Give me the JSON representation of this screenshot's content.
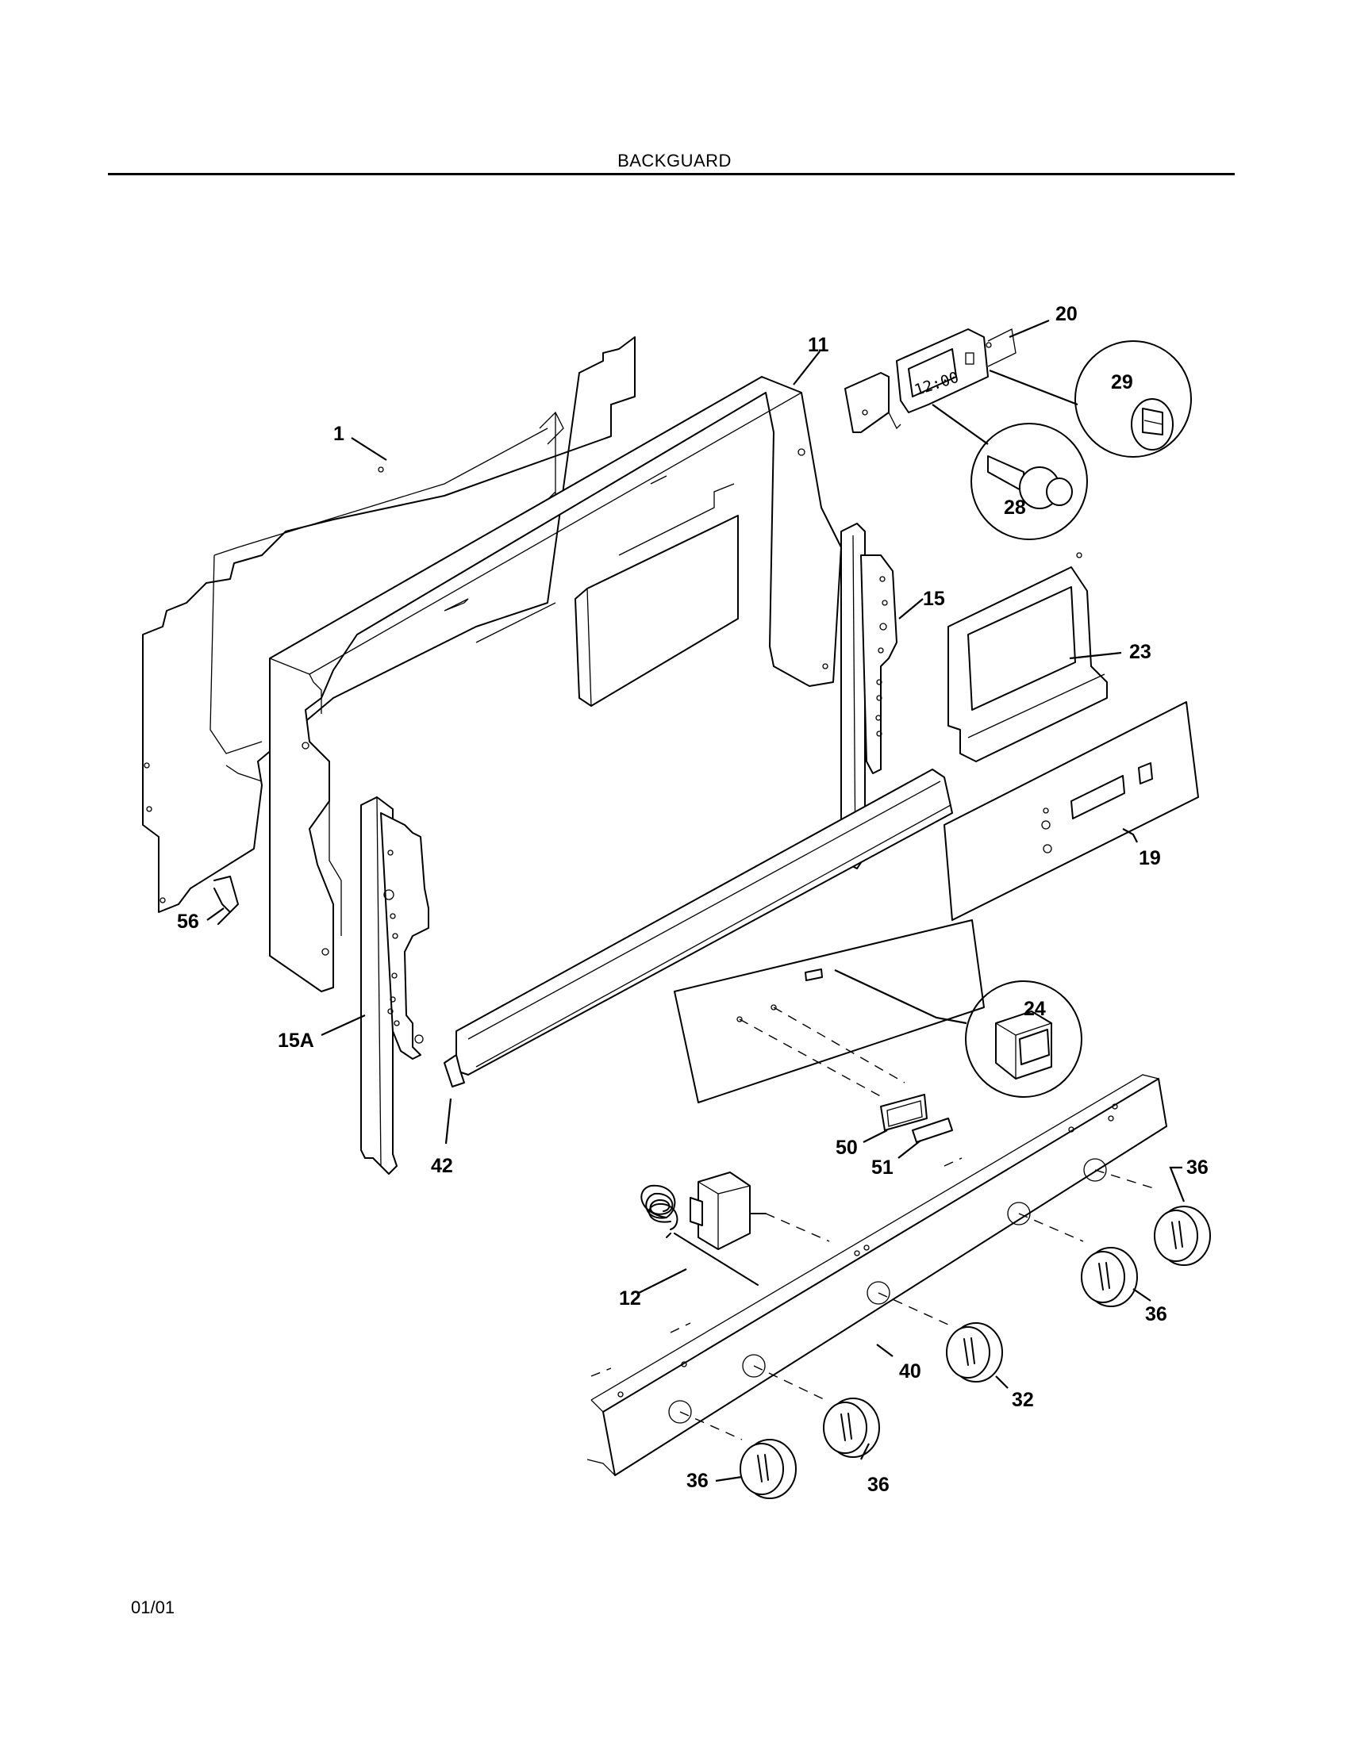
{
  "page": {
    "title": "BACKGUARD",
    "footer": "01/01"
  },
  "clock_display": "12:00",
  "callouts": {
    "p1": "1",
    "p11": "11",
    "p12": "12",
    "p15": "15",
    "p15a": "15A",
    "p19": "19",
    "p20": "20",
    "p23": "23",
    "p24": "24",
    "p28": "28",
    "p29": "29",
    "p32": "32",
    "p36_top": "36",
    "p36_mid": "36",
    "p36_left": "36",
    "p36_center": "36",
    "p40": "40",
    "p42": "42",
    "p50": "50",
    "p51": "51",
    "p56": "56"
  }
}
